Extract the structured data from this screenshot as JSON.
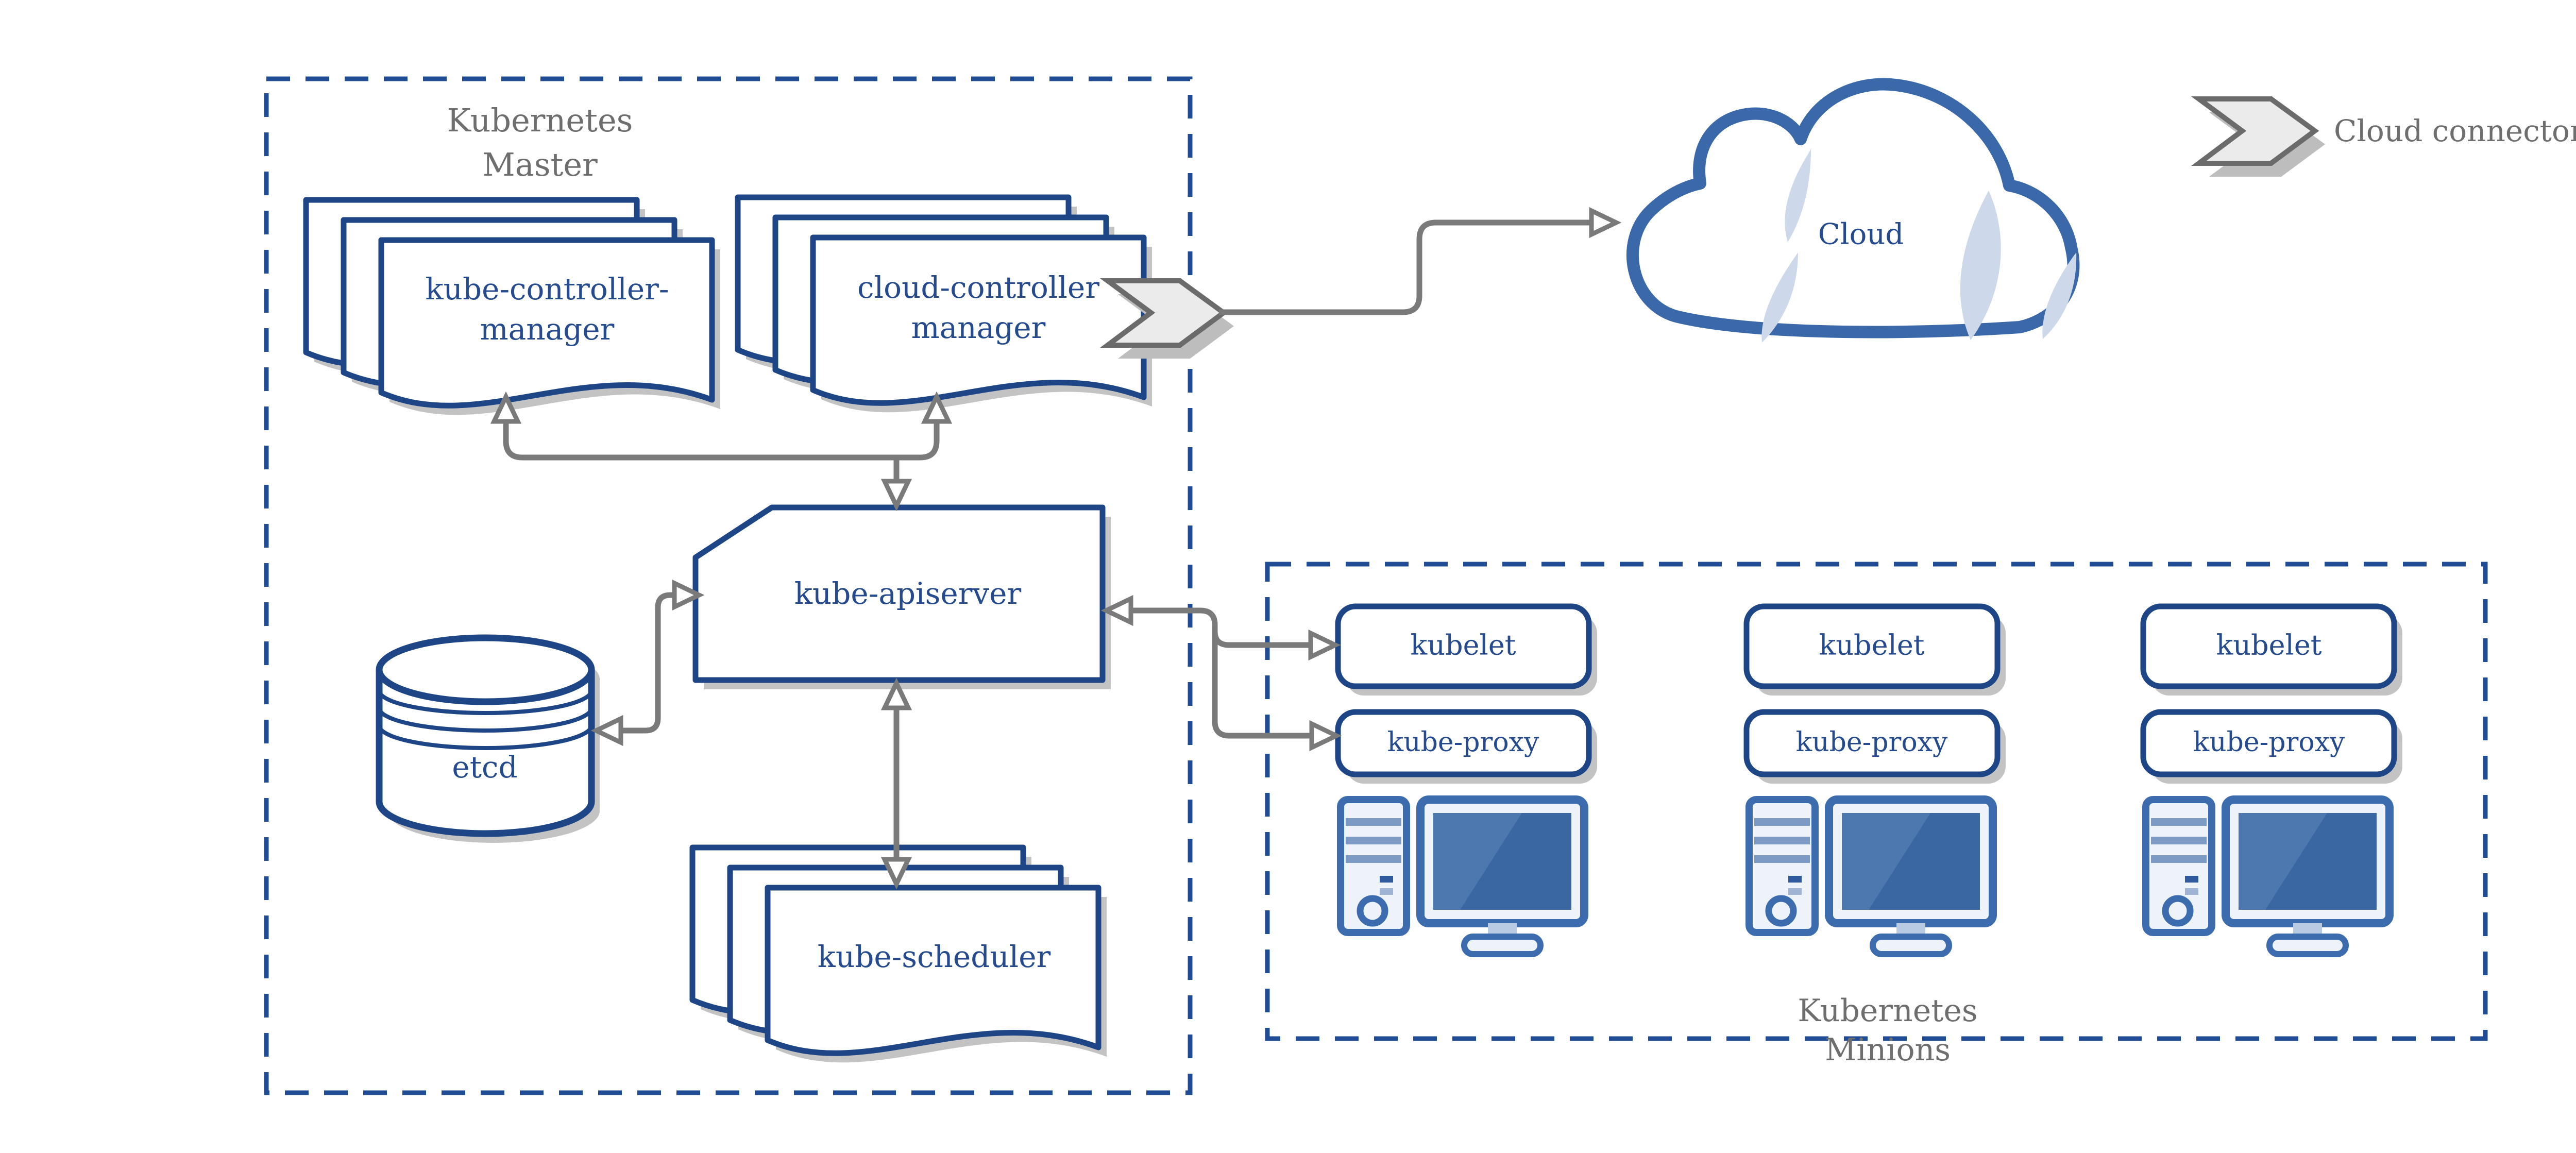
{
  "diagram": {
    "master": {
      "label_line1": "Kubernetes",
      "label_line2": "Master",
      "components": {
        "kube_controller_manager": {
          "line1": "kube-controller-",
          "line2": "manager"
        },
        "cloud_controller_manager": {
          "line1": "cloud-controller",
          "line2": "manager"
        },
        "kube_apiserver": "kube-apiserver",
        "etcd": "etcd",
        "kube_scheduler": "kube-scheduler"
      }
    },
    "cloud": {
      "label": "Cloud"
    },
    "legend": {
      "cloud_connector_label": "Cloud connector"
    },
    "minions": {
      "label_line1": "Kubernetes",
      "label_line2": "Minions",
      "nodes": [
        {
          "kubelet": "kubelet",
          "kube_proxy": "kube-proxy"
        },
        {
          "kubelet": "kubelet",
          "kube_proxy": "kube-proxy"
        },
        {
          "kubelet": "kubelet",
          "kube_proxy": "kube-proxy"
        }
      ]
    },
    "colors": {
      "primary_blue": "#1e4586",
      "text_blue": "#254a8d",
      "icon_blue": "#3c6cad",
      "cloud_outline_blue": "#3a68a8",
      "accent_light_blue": "#cdd9eb",
      "arrow_gray": "#7a7a7a",
      "label_gray": "#6e6e6e",
      "shadow_gray": "#c3c3c3"
    }
  }
}
